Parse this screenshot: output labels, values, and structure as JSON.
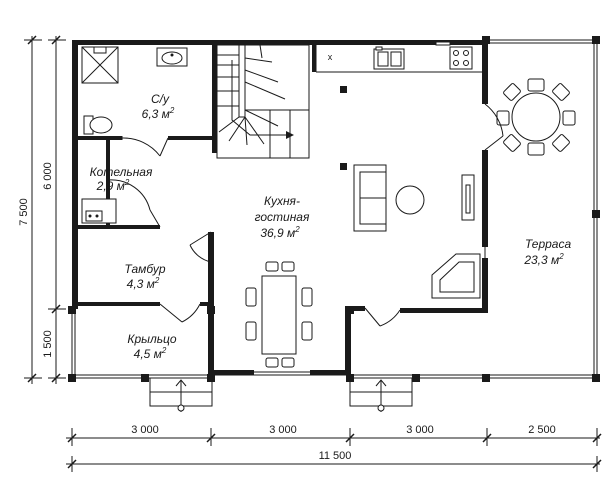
{
  "rooms": {
    "bathroom": {
      "name": "С/у",
      "area": "6,3 м",
      "sup": "2"
    },
    "boiler": {
      "name": "Котельная",
      "area": "2,9 м",
      "sup": "2"
    },
    "living": {
      "name_1": "Кухня-",
      "name_2": "гостиная",
      "area": "36,9 м",
      "sup": "2"
    },
    "vestibule": {
      "name": "Тамбур",
      "area": "4,3 м",
      "sup": "2"
    },
    "porch": {
      "name": "Крыльцо",
      "area": "4,5 м",
      "sup": "2"
    },
    "terrace": {
      "name": "Терраса",
      "area": "23,3 м",
      "sup": "2"
    }
  },
  "dimensions": {
    "bottom_segments": [
      "3 000",
      "3 000",
      "3 000",
      "2 500"
    ],
    "bottom_total": "11 500",
    "left_overall": "7 500",
    "left_main": "6 000",
    "left_porch": "1 500"
  }
}
